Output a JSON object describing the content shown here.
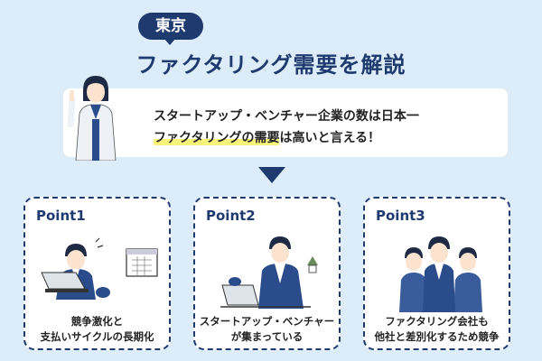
{
  "header": {
    "tag": "東京",
    "title": "ファクタリング需要を解説"
  },
  "speech": {
    "line1": "スタートアップ・ベンチャー企業の数は日本一",
    "line2_highlight": "ファクタリングの需要",
    "line2_rest": "は高いと言える！"
  },
  "points": [
    {
      "title": "Point1",
      "caption_line1": "競争激化と",
      "caption_line2": "支払いサイクルの長期化"
    },
    {
      "title": "Point2",
      "caption_line1": "スタートアップ・ベンチャー",
      "caption_line2": "が集まっている"
    },
    {
      "title": "Point3",
      "caption_line1": "ファクタリング会社も",
      "caption_line2": "他社と差別化するため競争"
    }
  ],
  "colors": {
    "navy": "#1e3a6e",
    "background": "#dcecf8",
    "highlight": "#f7f27a",
    "suit": "#2a4c8a"
  }
}
